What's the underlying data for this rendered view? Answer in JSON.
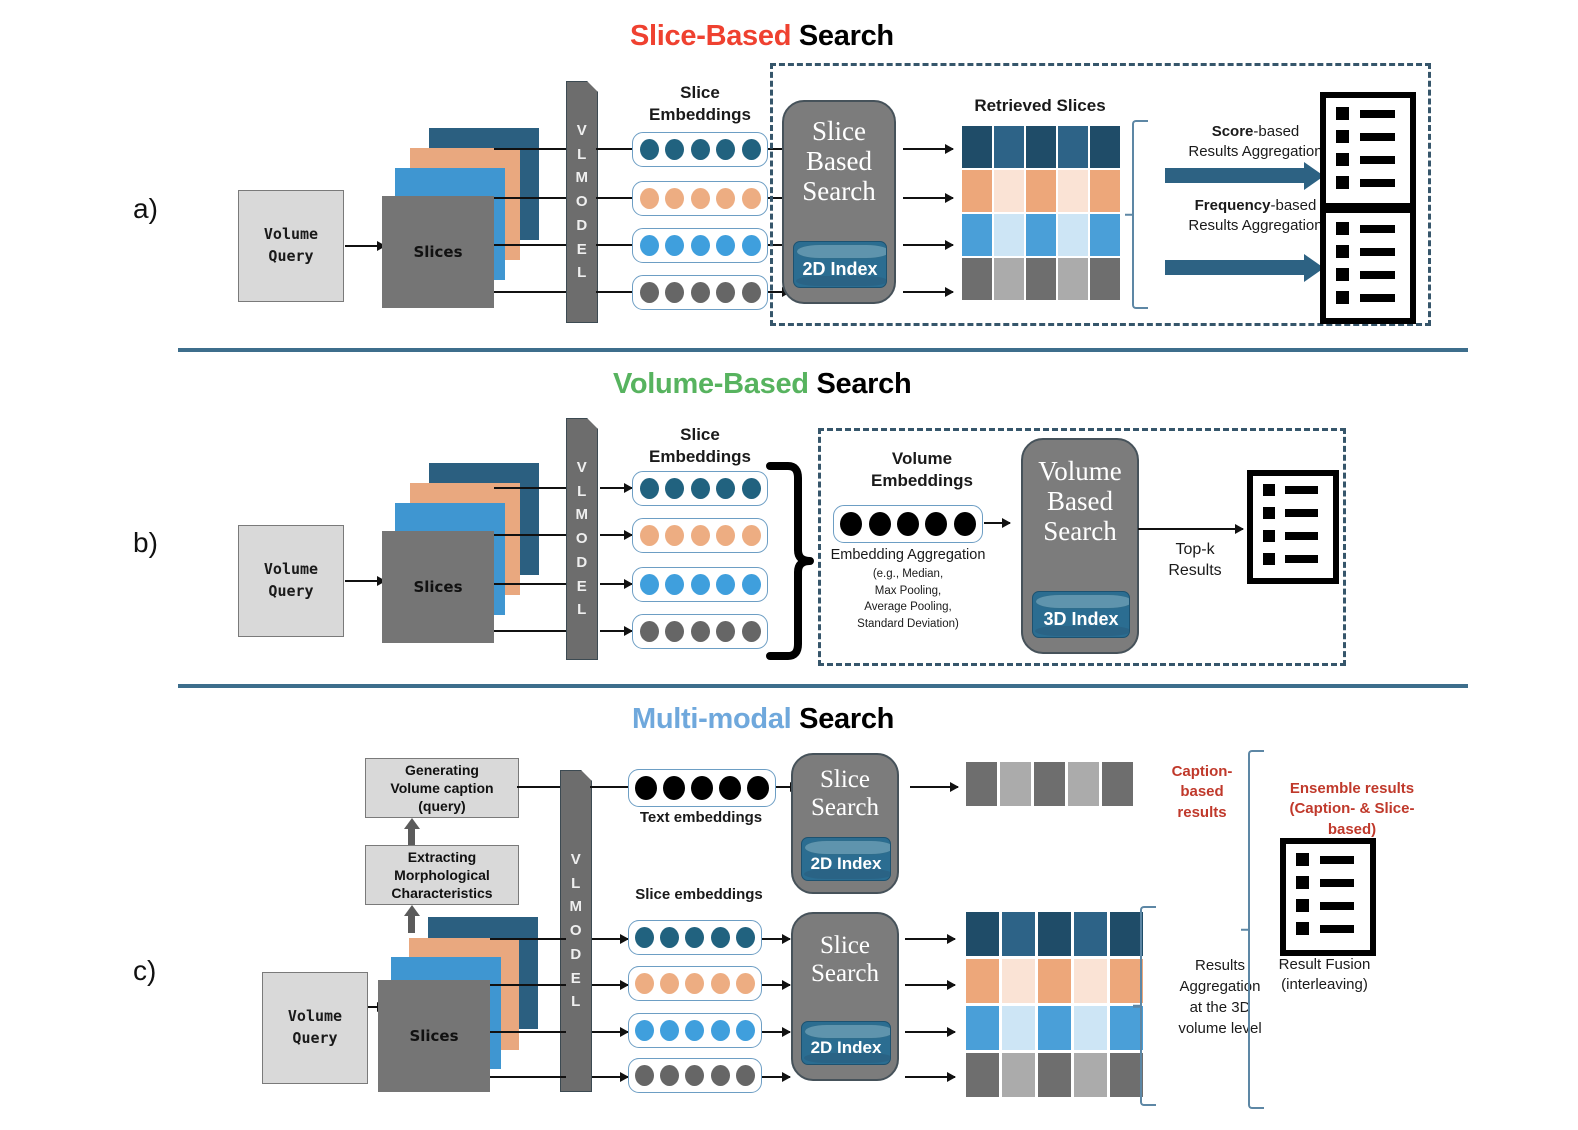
{
  "figure": {
    "panels": [
      {
        "letter": "a)",
        "title_accent": "Slice-Based",
        "title_rest": " Search",
        "accent_color": "#ef4130"
      },
      {
        "letter": "b)",
        "title_accent": "Volume-Based",
        "title_rest": " Search",
        "accent_color": "#57b35f"
      },
      {
        "letter": "c)",
        "title_accent": "Multi-modal",
        "title_rest": " Search",
        "accent_color": "#6fa8dc"
      }
    ]
  },
  "common": {
    "volume_query": "Volume\nQuery",
    "volume_query_line1": "Volume",
    "volume_query_line2": "Query",
    "slices_label": "Slices",
    "vl_model_letters": [
      "V",
      "L",
      "M",
      "O",
      "D",
      "E",
      "L"
    ],
    "index_2d": "2D Index",
    "index_3d": "3D Index"
  },
  "panel_a": {
    "slice_embeddings_label_l1": "Slice",
    "slice_embeddings_label_l2": "Embeddings",
    "search_title_l1": "Slice",
    "search_title_l2": "Based",
    "search_title_l3": "Search",
    "index": "2D Index",
    "retrieved_slices_label": "Retrieved Slices",
    "agg1_bold": "Score",
    "agg1_rest": "-based",
    "agg1_line2": "Results Aggregation",
    "agg2_bold": "Frequency",
    "agg2_rest": "-based",
    "agg2_line2": "Results Aggregation"
  },
  "panel_b": {
    "slice_embeddings_label_l1": "Slice",
    "slice_embeddings_label_l2": "Embeddings",
    "volume_embeddings_label_l1": "Volume",
    "volume_embeddings_label_l2": "Embeddings",
    "aggregation_title": "Embedding Aggregation",
    "aggregation_detail_l1": "(e.g., Median,",
    "aggregation_detail_l2": "Max Pooling,",
    "aggregation_detail_l3": "Average Pooling,",
    "aggregation_detail_l4": "Standard Deviation)",
    "search_title_l1": "Volume",
    "search_title_l2": "Based",
    "search_title_l3": "Search",
    "index": "3D Index",
    "topk_l1": "Top-k",
    "topk_l2": "Results"
  },
  "panel_c": {
    "gen_caption_l1": "Generating",
    "gen_caption_l2": "Volume caption",
    "gen_caption_l3": "(query)",
    "extract_l1": "Extracting",
    "extract_l2": "Morphological",
    "extract_l3": "Characteristics",
    "text_embeddings_label": "Text embeddings",
    "slice_embeddings_label": "Slice embeddings",
    "search_title_l1": "Slice",
    "search_title_l2": "Search",
    "index": "2D Index",
    "caption_results_l1": "Caption-",
    "caption_results_l2": "based",
    "caption_results_l3": "results",
    "results_agg_l1": "Results",
    "results_agg_l2": "Aggregation",
    "results_agg_l3": "at the 3D",
    "results_agg_l4": "volume  level",
    "ensemble_l1": "Ensemble results",
    "ensemble_l2": "(Caption- & Slice-",
    "ensemble_l3": "based)",
    "fusion_l1": "Result Fusion",
    "fusion_l2": "(interleaving)"
  },
  "colors": {
    "accent_red": "#ef4130",
    "accent_green": "#57b35f",
    "accent_blue": "#6fa8dc",
    "divider": "#3d6e8c",
    "slice_navy": "#2b5f80",
    "slice_peach": "#e9a87f",
    "slice_blue": "#3f96d1",
    "slice_gray": "#757575",
    "emb_navy": "#21627f",
    "emb_peach": "#edad82",
    "emb_blue": "#3f9fdd",
    "emb_gray": "#666666",
    "emb_black": "#000000",
    "grid_navy_dark": "#1f4c68",
    "grid_navy_light": "#2d6387",
    "grid_peach_dark": "#eda77a",
    "grid_peach_light": "#fae3d5",
    "grid_blue_dark": "#4a9fd8",
    "grid_blue_light": "#cde5f5",
    "grid_gray_dark": "#6e6e6e",
    "grid_gray_light": "#ababab",
    "box_fill": "#d9d9d9",
    "search_fill": "#7c7c7c",
    "index_fill": "#2b6d91",
    "red_text": "#c0392b"
  },
  "grids": {
    "panel_a_retrieved": [
      [
        "#1f4c68",
        "#2d6387",
        "#1f4c68",
        "#2d6387",
        "#1f4c68"
      ],
      [
        "#eda77a",
        "#fae3d5",
        "#eda77a",
        "#fae3d5",
        "#eda77a"
      ],
      [
        "#4a9fd8",
        "#cde5f5",
        "#4a9fd8",
        "#cde5f5",
        "#4a9fd8"
      ],
      [
        "#6e6e6e",
        "#ababab",
        "#6e6e6e",
        "#ababab",
        "#6e6e6e"
      ]
    ],
    "panel_c_caption_results": [
      "#6e6e6e",
      "#ababab",
      "#6e6e6e",
      "#ababab",
      "#6e6e6e"
    ],
    "panel_c_retrieved": [
      [
        "#1f4c68",
        "#2d6387",
        "#1f4c68",
        "#2d6387",
        "#1f4c68"
      ],
      [
        "#eda77a",
        "#fae3d5",
        "#eda77a",
        "#fae3d5",
        "#eda77a"
      ],
      [
        "#4a9fd8",
        "#cde5f5",
        "#4a9fd8",
        "#cde5f5",
        "#4a9fd8"
      ],
      [
        "#6e6e6e",
        "#ababab",
        "#6e6e6e",
        "#ababab",
        "#6e6e6e"
      ]
    ]
  },
  "icons": {
    "document": "document-list-icon",
    "database": "database-cylinder-icon",
    "arrow": "arrow-right-icon"
  }
}
